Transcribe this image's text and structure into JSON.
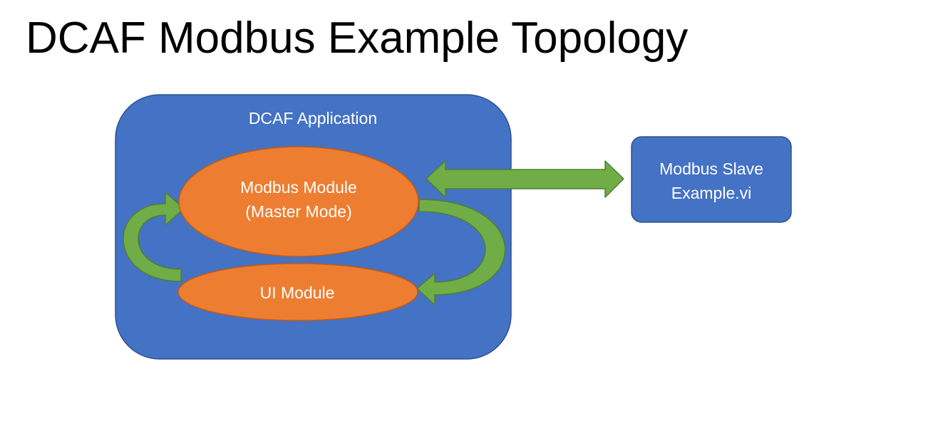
{
  "title": "DCAF Modbus Example Topology",
  "app_container": {
    "label": "DCAF Application"
  },
  "modbus_module": {
    "line1": "Modbus Module",
    "line2": "(Master Mode)"
  },
  "ui_module": {
    "label": "UI Module"
  },
  "slave_box": {
    "line1": "Modbus Slave",
    "line2": "Example.vi"
  },
  "colors": {
    "container_fill": "#4472c4",
    "container_stroke": "#2f528f",
    "module_fill": "#ed7d31",
    "module_stroke": "#c55a11",
    "arrow_fill": "#70ad47",
    "arrow_stroke": "#507e32",
    "text": "#ffffff"
  }
}
